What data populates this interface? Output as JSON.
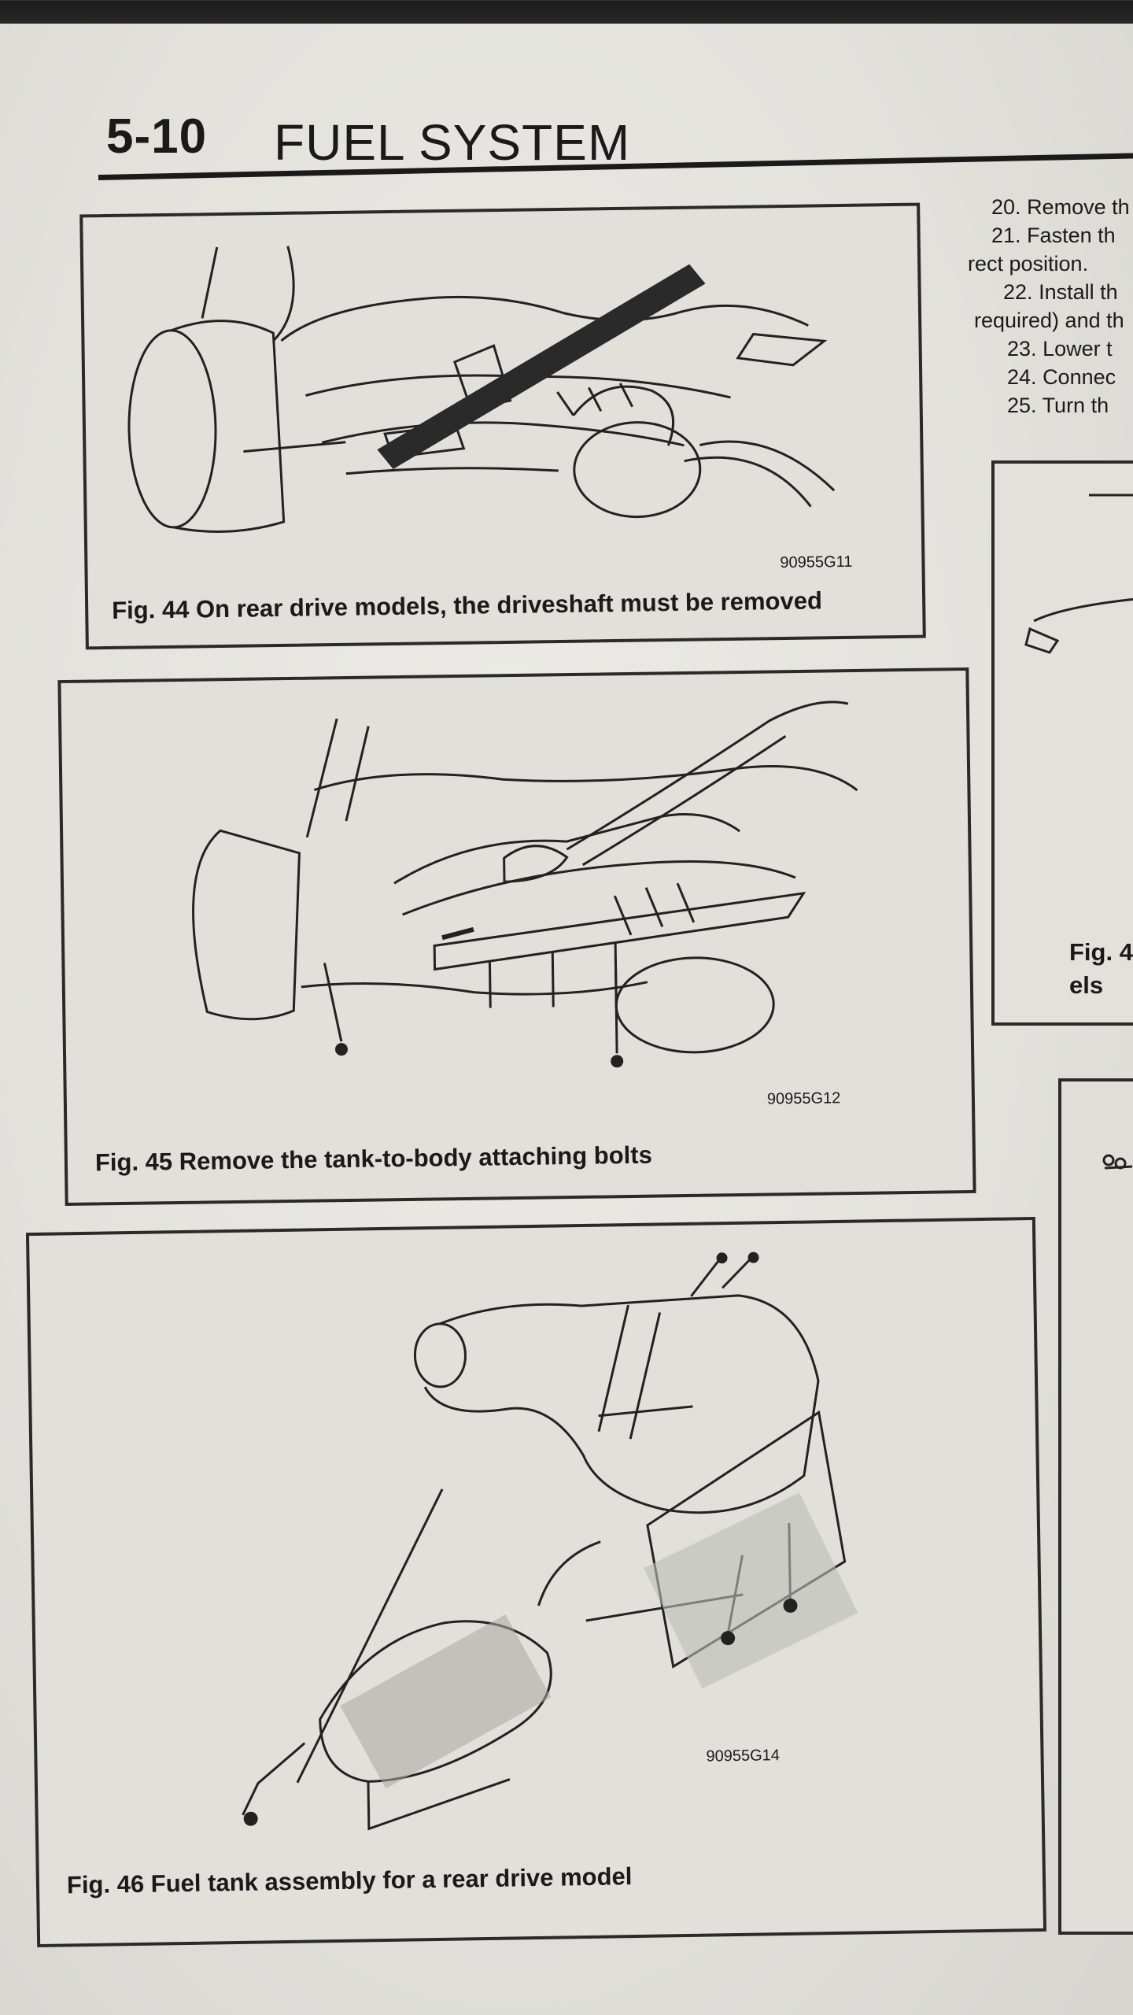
{
  "header": {
    "page_number": "5-10",
    "section_title": "FUEL SYSTEM"
  },
  "side_column": {
    "lines": [
      {
        "num": "20.",
        "text": "Remove th"
      },
      {
        "num": "21.",
        "text": "Fasten th"
      },
      {
        "num": "",
        "text": "rect position."
      },
      {
        "num": "22.",
        "text": "Install th"
      },
      {
        "num": "",
        "text": "required) and th"
      },
      {
        "num": "23.",
        "text": "Lower t"
      },
      {
        "num": "24.",
        "text": "Connec"
      },
      {
        "num": "25.",
        "text": "Turn th"
      }
    ],
    "box_caption_line1": "Fig. 4",
    "box_caption_line2": "els"
  },
  "figures": [
    {
      "part_number": "90955G11",
      "caption": "Fig. 44 On rear drive models, the driveshaft must be removed"
    },
    {
      "part_number": "90955G12",
      "caption": "Fig. 45 Remove the tank-to-body attaching bolts"
    },
    {
      "part_number": "90955G14",
      "caption": "Fig. 46 Fuel tank assembly for a rear drive model"
    }
  ]
}
